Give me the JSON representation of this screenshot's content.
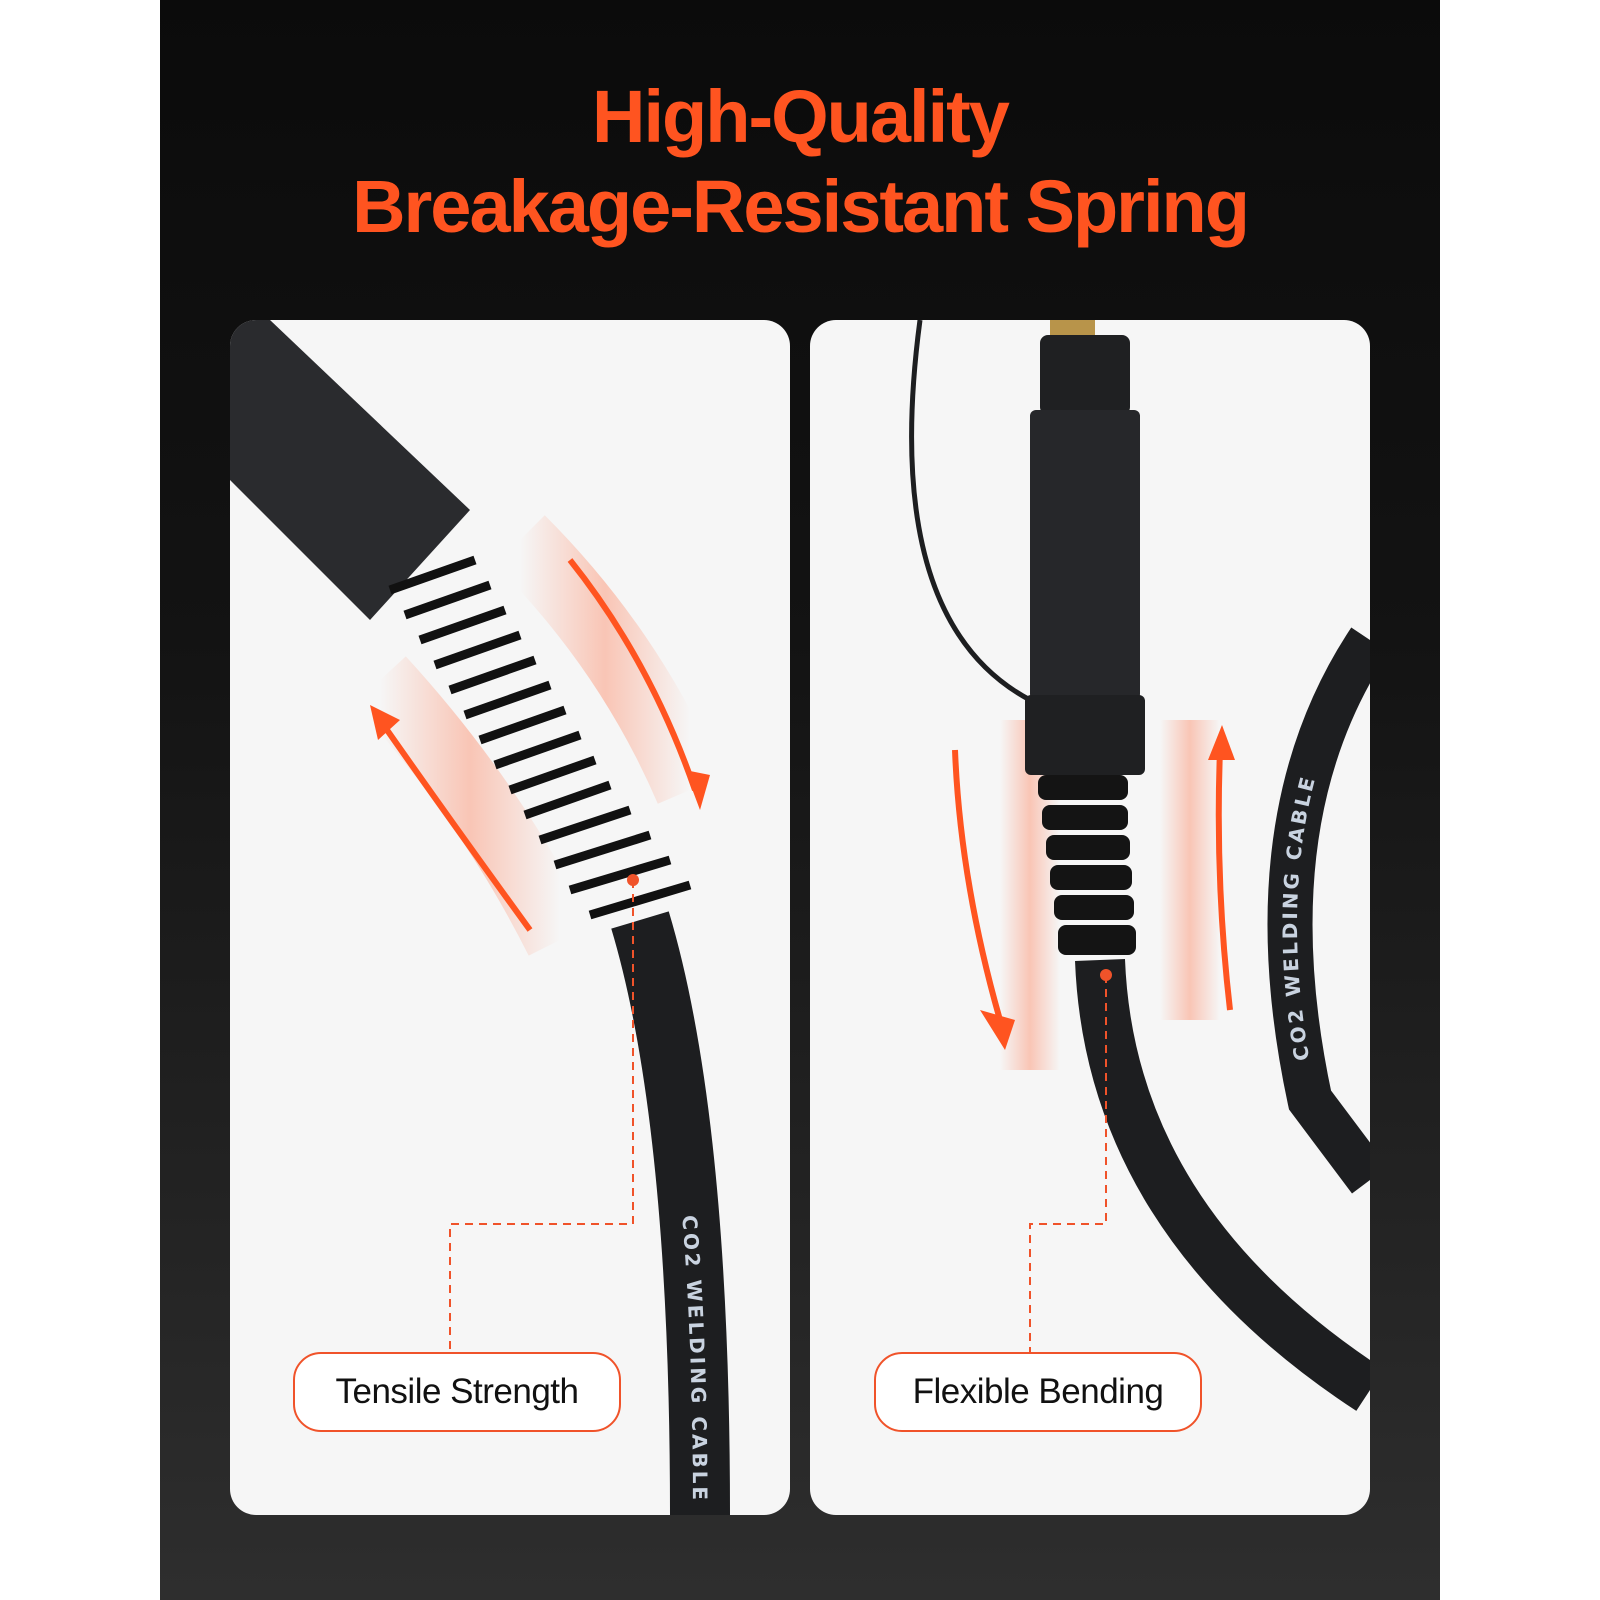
{
  "title": {
    "line1": "High-Quality",
    "line2": "Breakage-Resistant Spring"
  },
  "cards": [
    {
      "label": "Tensile Strength",
      "cable_print": "CO2 WELDING CABLE"
    },
    {
      "label": "Flexible Bending",
      "cable_print": "CO2 WELDING CABLE"
    }
  ],
  "colors": {
    "accent": "#ff5420",
    "card_bg": "#f6f6f6",
    "background_dark": "#111111"
  }
}
